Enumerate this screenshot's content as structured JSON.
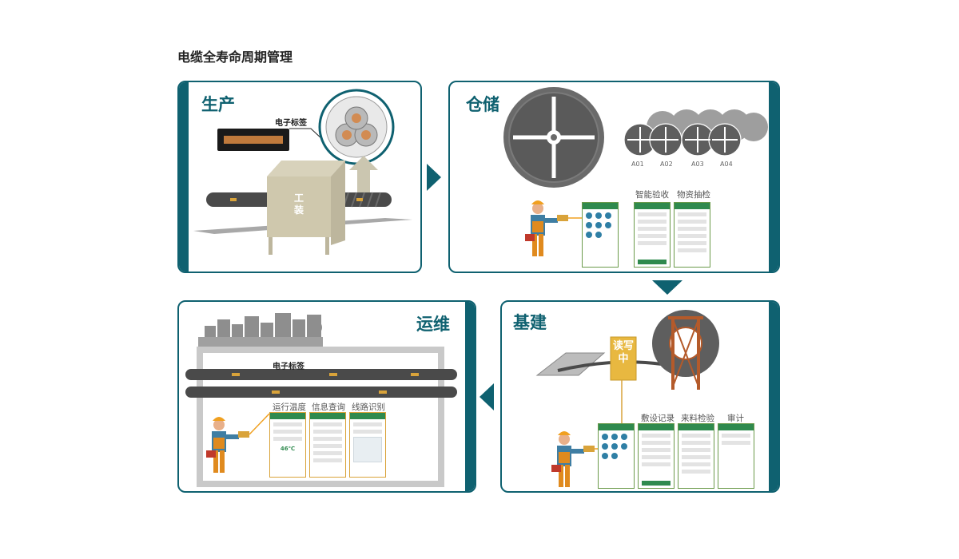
{
  "page_title": "电缆全寿命周期管理",
  "panels": {
    "production": {
      "title": "生产",
      "tag_label": "电子标签",
      "fixture_label": "工装"
    },
    "storage": {
      "title": "仓储",
      "reel_labels": [
        "A01",
        "A02",
        "A03",
        "A04"
      ],
      "screen_labels": [
        "智能验收",
        "物资抽检"
      ]
    },
    "construction": {
      "title": "基建",
      "reading_label": "读写中",
      "screen_labels": [
        "敷设记录",
        "来料检验",
        "审计"
      ]
    },
    "operation": {
      "title": "运维",
      "tag_label": "电子标签",
      "screen_labels": [
        "运行温度",
        "信息查询",
        "线路识别"
      ],
      "temperature": "46℃"
    }
  },
  "colors": {
    "accent": "#0f6170",
    "worker": "#e08a1e",
    "reading": "#e8b840",
    "screen_green": "#2f8a4e"
  }
}
